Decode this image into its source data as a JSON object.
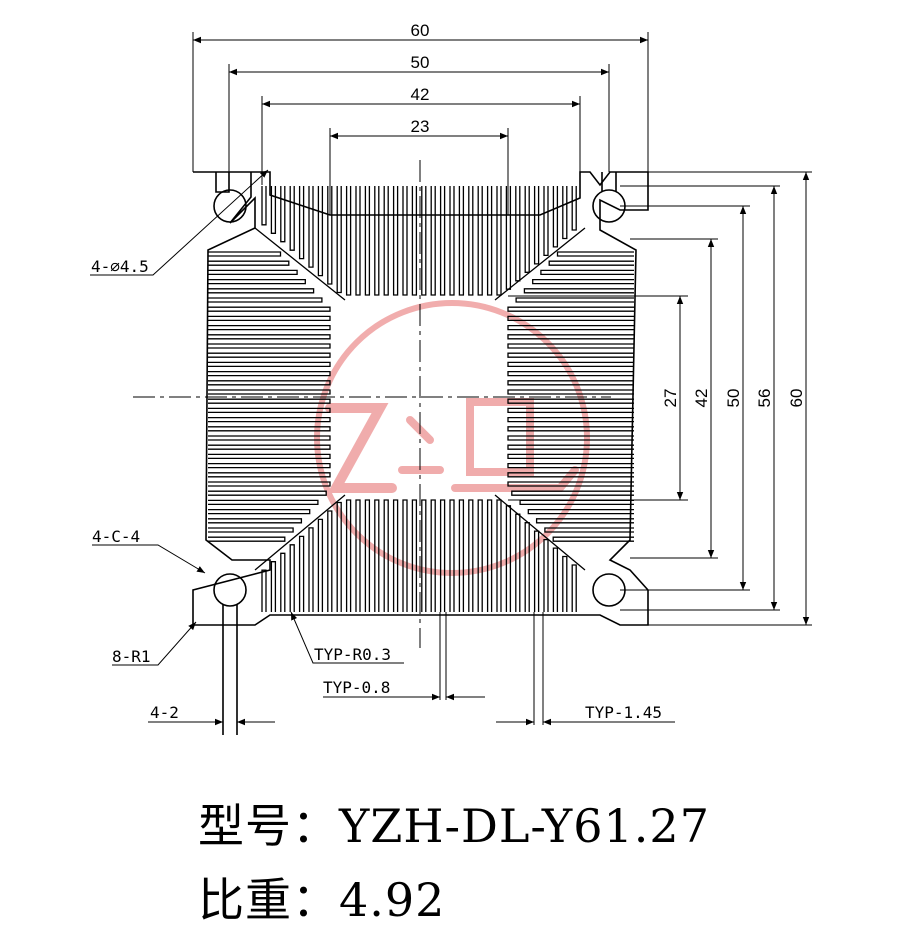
{
  "dimensions": {
    "top": [
      "60",
      "50",
      "42",
      "23"
    ],
    "right": [
      "27",
      "42",
      "50",
      "56",
      "60"
    ]
  },
  "callouts": {
    "holes": "4-⌀4.5",
    "chamfer": "4-C-4",
    "radius": "8-R1",
    "fin_radius": "TYP-R0.3",
    "fin_thickness": "TYP-0.8",
    "slot": "4-2",
    "gap": "TYP-1.45"
  },
  "watermark": {
    "color": "#e56a6a"
  },
  "specs": {
    "model": "型号：YZH-DL-Y61.27",
    "weight": "比重：4.92"
  }
}
